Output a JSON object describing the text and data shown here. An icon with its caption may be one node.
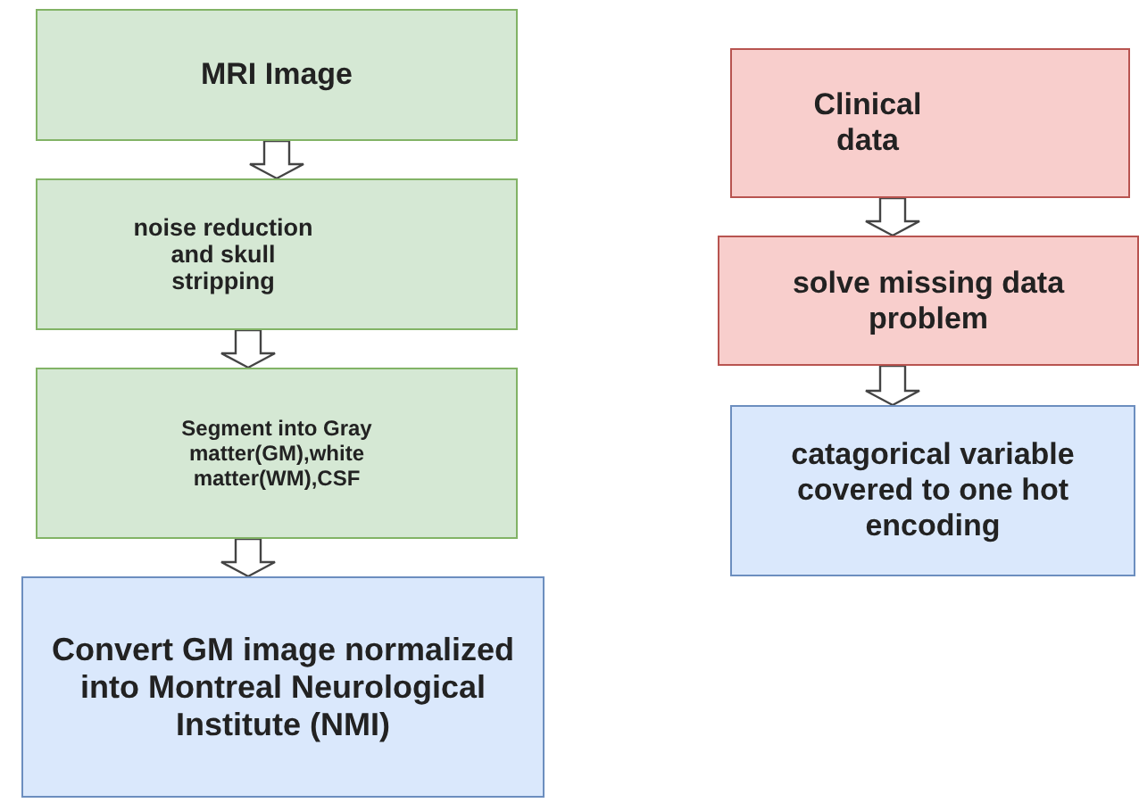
{
  "diagram": {
    "nodes": [
      {
        "text": [
          "MRI Image"
        ]
      },
      {
        "text": [
          "noise reduction and skull stripping"
        ]
      },
      {
        "text": [
          "Segment into Gray matter(GM),white matter(WM),CSF"
        ]
      },
      {
        "text": [
          "Convert GM image normalized into Montreal Neurological Institute (NMI)"
        ]
      },
      {
        "text": [
          "Clinical data"
        ]
      },
      {
        "text": [
          "solve missing data problem"
        ]
      },
      {
        "text": [
          "catagorical variable covered to one hot encoding"
        ]
      }
    ],
    "edges": [
      {
        "from": 0,
        "to": 1,
        "arrow": "to"
      },
      {
        "from": 1,
        "to": 2,
        "arrow": "to"
      },
      {
        "from": 2,
        "to": 3,
        "arrow": "to"
      },
      {
        "from": 4,
        "to": 5,
        "arrow": "to"
      },
      {
        "from": 5,
        "to": 6,
        "arrow": "to"
      }
    ]
  }
}
